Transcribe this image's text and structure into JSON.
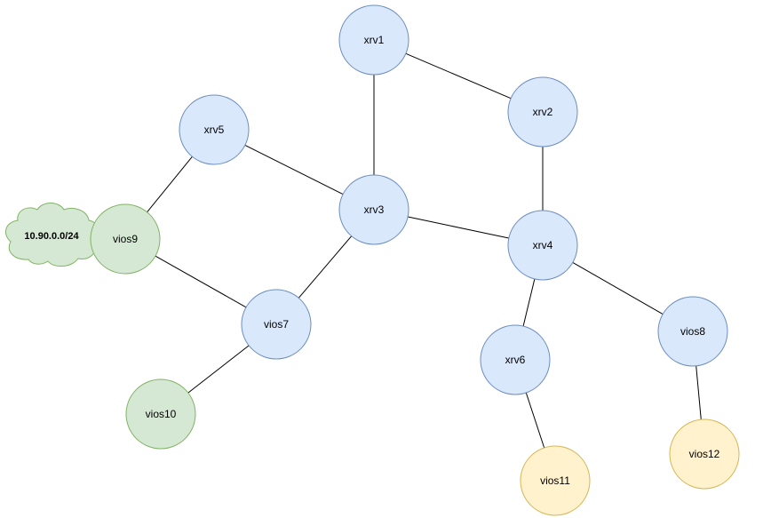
{
  "diagram": {
    "nodes": [
      {
        "id": "xrv1",
        "label": "xrv1",
        "kind": "blue"
      },
      {
        "id": "xrv2",
        "label": "xrv2",
        "kind": "blue"
      },
      {
        "id": "xrv3",
        "label": "xrv3",
        "kind": "blue"
      },
      {
        "id": "xrv4",
        "label": "xrv4",
        "kind": "blue"
      },
      {
        "id": "xrv5",
        "label": "xrv5",
        "kind": "blue"
      },
      {
        "id": "xrv6",
        "label": "xrv6",
        "kind": "blue"
      },
      {
        "id": "vios7",
        "label": "vios7",
        "kind": "blue"
      },
      {
        "id": "vios8",
        "label": "vios8",
        "kind": "blue"
      },
      {
        "id": "vios9",
        "label": "vios9",
        "kind": "green"
      },
      {
        "id": "vios10",
        "label": "vios10",
        "kind": "green"
      },
      {
        "id": "vios11",
        "label": "vios11",
        "kind": "yellow"
      },
      {
        "id": "vios12",
        "label": "vios12",
        "kind": "yellow"
      }
    ],
    "cloud": {
      "id": "network-cloud",
      "label": "10.90.0.0/24",
      "attached_to": "vios9"
    },
    "links": [
      [
        "xrv1",
        "xrv3"
      ],
      [
        "xrv1",
        "xrv2"
      ],
      [
        "xrv2",
        "xrv4"
      ],
      [
        "xrv5",
        "xrv3"
      ],
      [
        "xrv3",
        "xrv4"
      ],
      [
        "xrv3",
        "vios7"
      ],
      [
        "xrv5",
        "vios9"
      ],
      [
        "vios9",
        "vios7"
      ],
      [
        "vios7",
        "vios10"
      ],
      [
        "xrv4",
        "xrv6"
      ],
      [
        "xrv4",
        "vios8"
      ],
      [
        "xrv6",
        "vios11"
      ],
      [
        "vios8",
        "vios12"
      ]
    ],
    "colors": {
      "blue": {
        "fill": "#dae8fc",
        "stroke": "#6c8ebf"
      },
      "green": {
        "fill": "#d5e8d4",
        "stroke": "#82b366"
      },
      "yellow": {
        "fill": "#fff2cc",
        "stroke": "#d6b656"
      },
      "link": "#000000"
    }
  }
}
